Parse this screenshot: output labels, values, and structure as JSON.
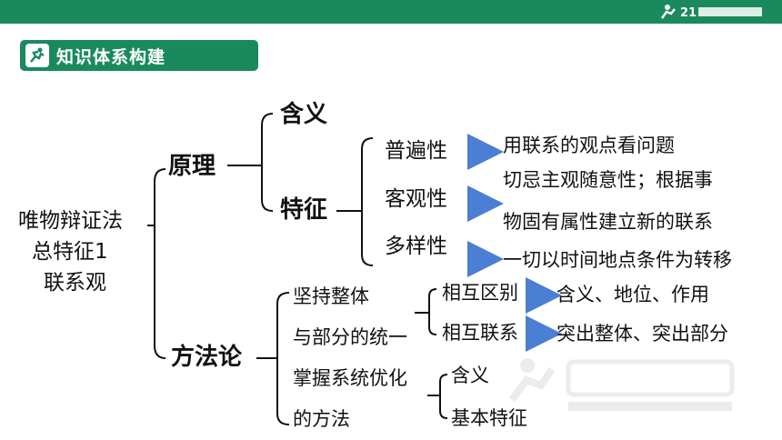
{
  "header": {
    "brand_icon": "runner-logo-icon",
    "bar_color": "#1a8a5e"
  },
  "section": {
    "title": "知识体系构建",
    "icon": "running-man-icon"
  },
  "root": {
    "line1": "唯物辩证法",
    "line2": "总特征1",
    "line3": "联系观"
  },
  "principle": {
    "label": "原理",
    "meaning": "含义",
    "features_label": "特征",
    "features": [
      {
        "name": "普遍性",
        "desc": [
          "用联系的观点看问题"
        ]
      },
      {
        "name": "客观性",
        "desc": [
          "切忌主观随意性；根据事",
          "物固有属性建立新的联系"
        ]
      },
      {
        "name": "多样性",
        "desc": [
          "一切以时间地点条件为转移"
        ]
      }
    ]
  },
  "method": {
    "label": "方法论",
    "whole": {
      "line1": "坚持整体",
      "line2": "与部分的统一",
      "items": [
        {
          "name": "相互区别",
          "desc": "含义、地位、作用"
        },
        {
          "name": "相互联系",
          "desc": "突出整体、突出部分"
        }
      ]
    },
    "system": {
      "line1": "掌握系统优化",
      "line2": "的方法",
      "items": [
        {
          "name": "含义"
        },
        {
          "name": "基本特征"
        }
      ]
    }
  },
  "colors": {
    "accent": "#1a8a5e",
    "arrow": "#4a7fd4"
  }
}
